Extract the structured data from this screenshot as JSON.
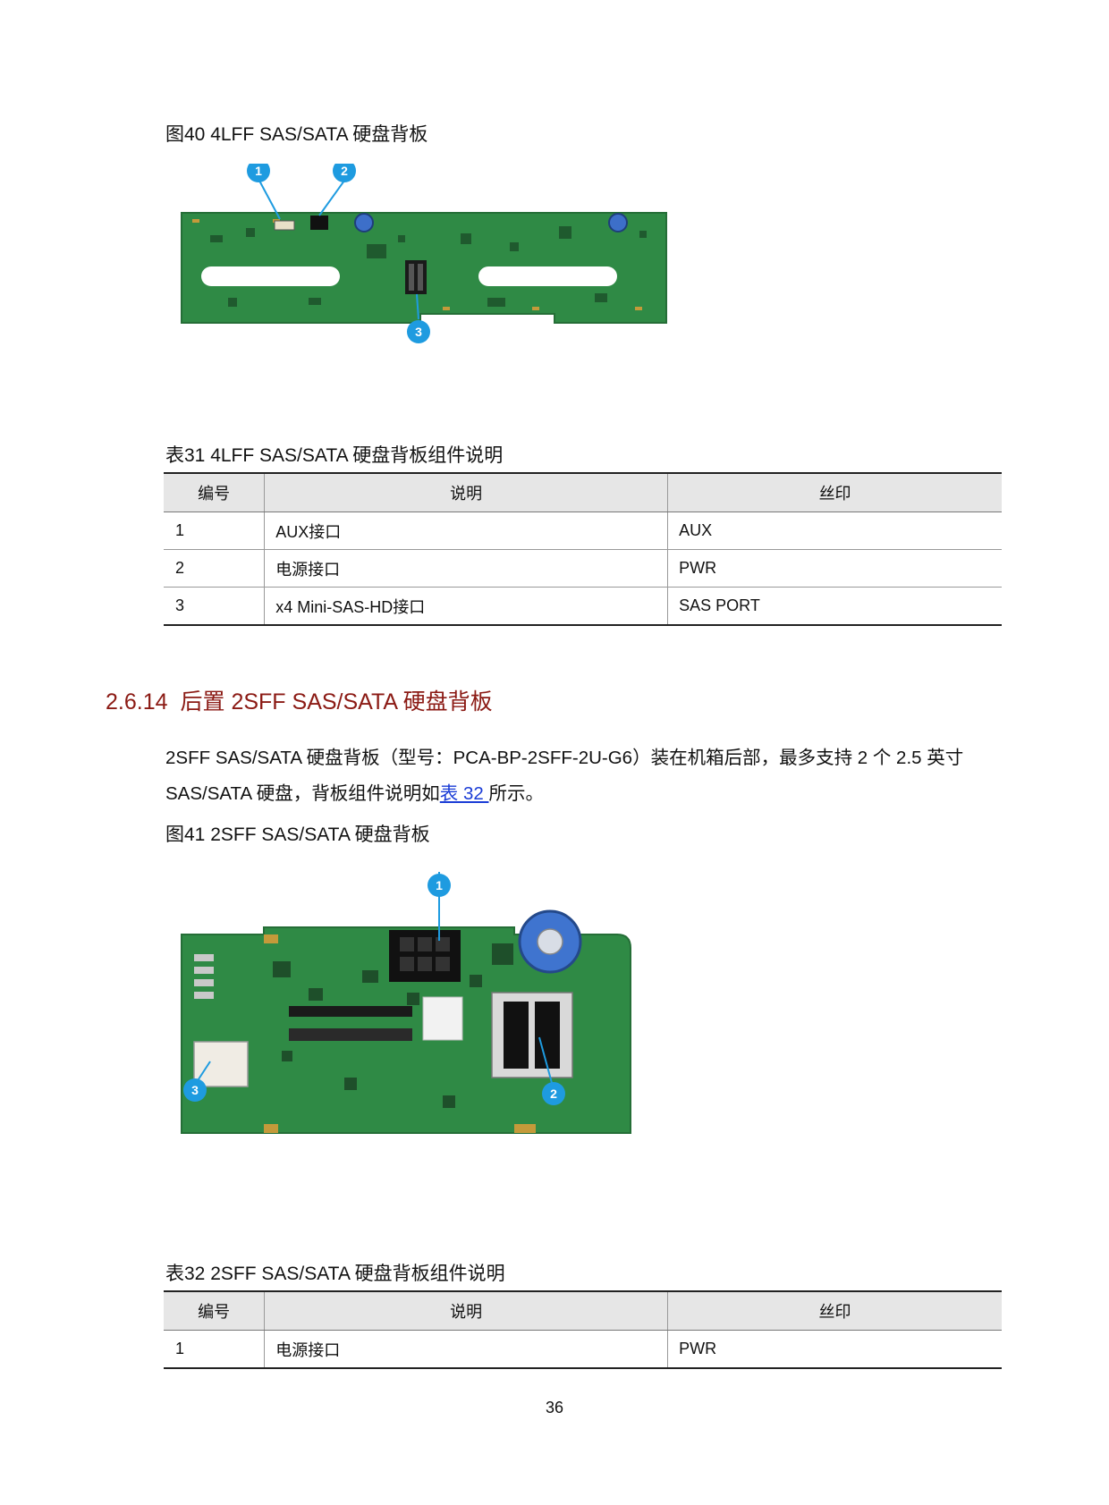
{
  "figure40": {
    "caption": "图40 4LFF SAS/SATA 硬盘背板",
    "callouts": [
      "1",
      "2",
      "3"
    ]
  },
  "table31": {
    "caption": "表31 4LFF SAS/SATA 硬盘背板组件说明",
    "headers": [
      "编号",
      "说明",
      "丝印"
    ],
    "rows": [
      [
        "1",
        "AUX接口",
        "AUX"
      ],
      [
        "2",
        "电源接口",
        "PWR"
      ],
      [
        "3",
        "x4 Mini-SAS-HD接口",
        "SAS PORT"
      ]
    ]
  },
  "section": {
    "number": "2.6.14",
    "title": "后置 2SFF SAS/SATA 硬盘背板"
  },
  "paragraph": {
    "text_before": "2SFF SAS/SATA 硬盘背板（型号：PCA-BP-2SFF-2U-G6）装在机箱后部，最多支持 2 个 2.5 英寸 SAS/SATA 硬盘，背板组件说明如",
    "link": "表 32 ",
    "text_after": "所示。"
  },
  "figure41": {
    "caption": "图41 2SFF SAS/SATA 硬盘背板",
    "callouts": [
      "1",
      "2",
      "3"
    ]
  },
  "table32": {
    "caption": "表32 2SFF SAS/SATA 硬盘背板组件说明",
    "headers": [
      "编号",
      "说明",
      "丝印"
    ],
    "rows": [
      [
        "1",
        "电源接口",
        "PWR"
      ]
    ]
  },
  "page_number": "36",
  "colors": {
    "heading": "#8b1a14",
    "callout": "#1e9be0",
    "pcb": "#2f8a45",
    "link": "#1a3cd6"
  }
}
